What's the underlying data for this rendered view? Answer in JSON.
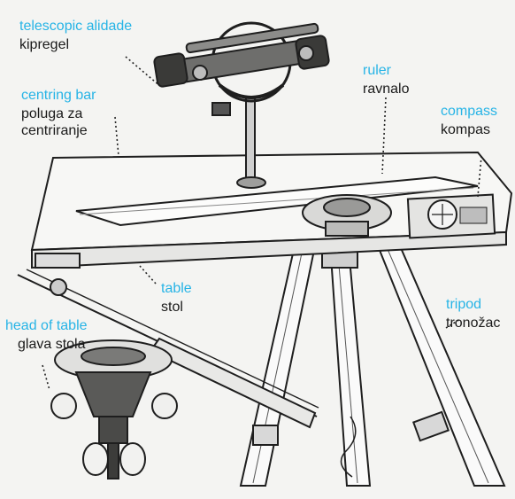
{
  "labels": {
    "alidade": {
      "en": "telescopic alidade",
      "hr": "kipregel"
    },
    "centring_bar": {
      "en": "centring bar",
      "hr_line1": "poluga za",
      "hr_line2": "centriranje"
    },
    "ruler": {
      "en": "ruler",
      "hr": "ravnalo"
    },
    "compass": {
      "en": "compass",
      "hr": "kompas"
    },
    "table": {
      "en": "table",
      "hr": "stol"
    },
    "tripod": {
      "en": "tripod",
      "hr": "tronožac"
    },
    "head_of_table": {
      "en": "head of table",
      "hr": "glava stola"
    }
  },
  "colors": {
    "english_label": "#27b4e6",
    "croatian_label": "#1a1a1a",
    "drawing_ink": "#1e1e1e",
    "background": "#f4f4f2"
  }
}
